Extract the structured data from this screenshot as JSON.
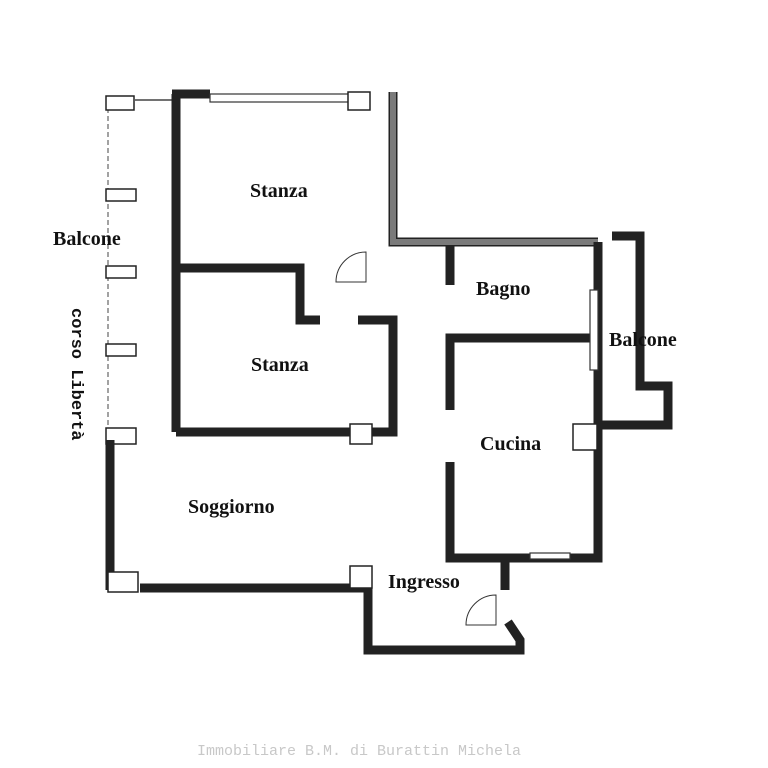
{
  "rooms": {
    "balcone_left": "Balcone",
    "stanza_top": "Stanza",
    "stanza_bottom": "Stanza",
    "bagno": "Bagno",
    "balcone_right": "Balcone",
    "cucina": "Cucina",
    "soggiorno": "Soggiorno",
    "ingresso": "Ingresso"
  },
  "street": "corso Libertà",
  "watermark": "Immobiliare B.M. di Burattin Michela",
  "colors": {
    "wall": "#7a7a7a",
    "outline": "#222222",
    "watermark": "#c8c8c8"
  }
}
